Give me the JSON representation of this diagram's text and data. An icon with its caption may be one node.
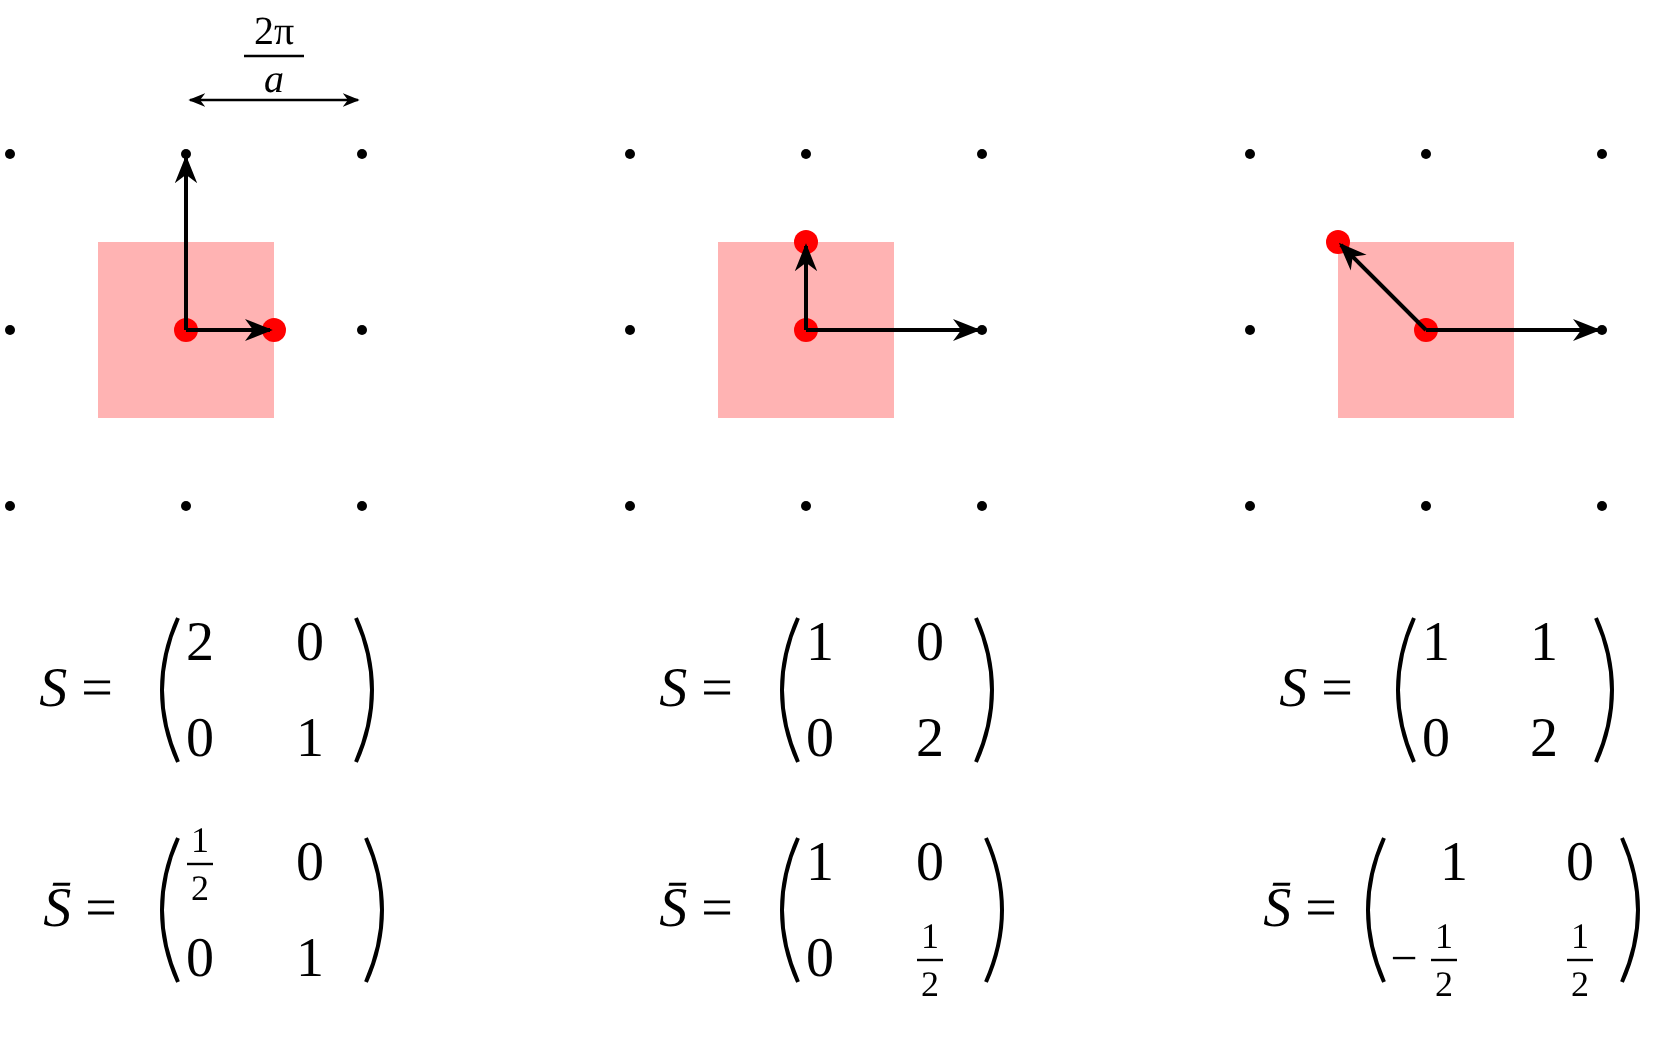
{
  "diagram": {
    "labels": [
      "2π",
      "a",
      "*S* =",
      "2",
      "0",
      "0",
      "1",
      "*S* =",
      "1",
      "0",
      "0",
      "2",
      "*S* =",
      "1",
      "1",
      "0",
      "2",
      "*S̄* =",
      "1",
      "2",
      "0",
      "0",
      "1",
      "*S̄* =",
      "1",
      "0",
      "0",
      "1",
      "2",
      "*S̄* =",
      "1",
      "0",
      "−",
      "1",
      "2",
      "1",
      "2"
    ]
  }
}
